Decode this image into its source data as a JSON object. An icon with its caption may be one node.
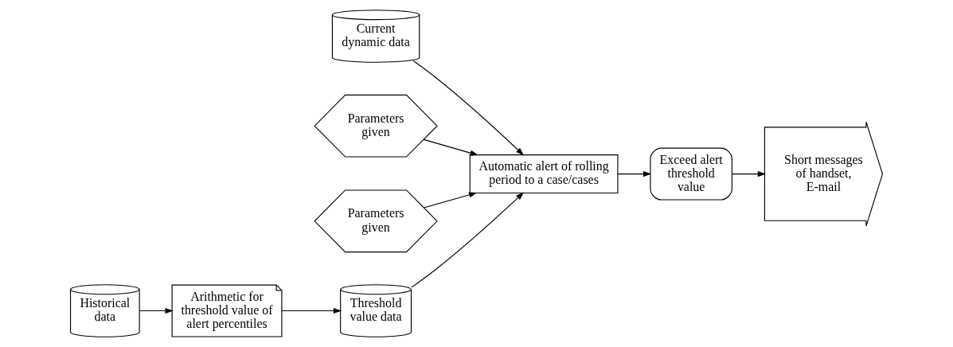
{
  "diagram": {
    "nodes": [
      {
        "text": [
          "Arithmetic for threshold value of alert percentiles"
        ]
      },
      {
        "text": [
          "Historical data"
        ]
      },
      {
        "text": [
          "Current dynamic data"
        ]
      },
      {
        "text": [
          "Threshold value data"
        ]
      },
      {
        "text": [
          "Parameters given"
        ]
      },
      {
        "text": [
          "Automatic alert of rolling period to a case/cases"
        ]
      },
      {
        "text": [
          "Parameters given"
        ]
      },
      {
        "text": [
          "Exceed alert threshold value"
        ]
      },
      {
        "text": [
          "Short messages of handset, E-mail"
        ]
      }
    ],
    "edges": [
      {
        "from": 1,
        "to": 0,
        "arrow": "to"
      },
      {
        "from": 0,
        "to": 3,
        "arrow": "to"
      },
      {
        "from": 2,
        "to": 5,
        "arrow": "to"
      },
      {
        "from": 3,
        "to": 5,
        "arrow": "to"
      },
      {
        "from": 4,
        "to": 5,
        "arrow": "to"
      },
      {
        "from": 6,
        "to": 5,
        "arrow": "to"
      },
      {
        "from": 5,
        "to": 7,
        "arrow": "to"
      },
      {
        "from": 7,
        "to": 8,
        "arrow": "to"
      }
    ]
  }
}
